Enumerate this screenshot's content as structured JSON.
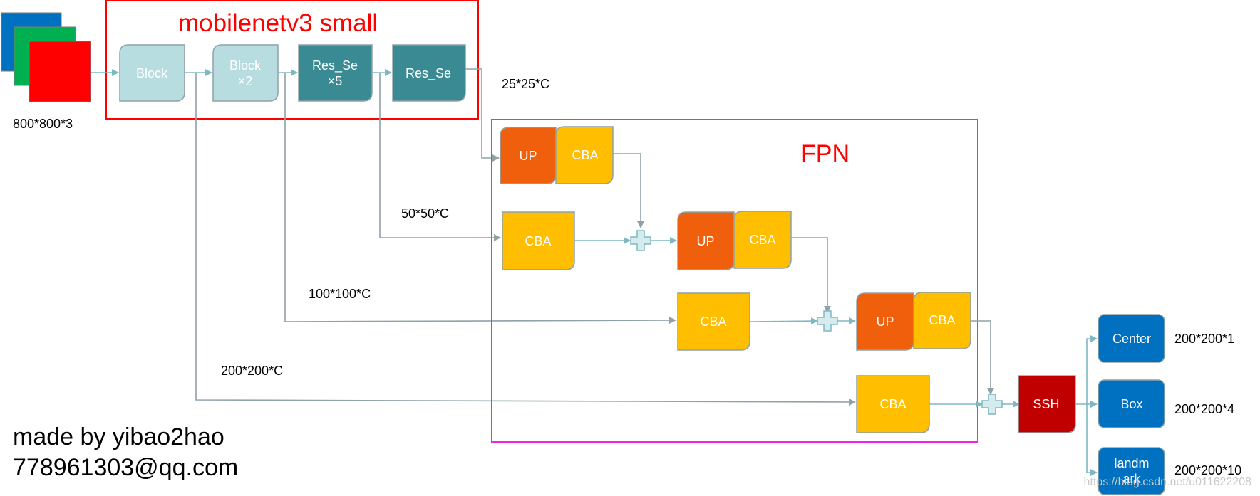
{
  "input_label": "800*800*3",
  "backbone": {
    "title": "mobilenetv3 small",
    "blocks": [
      {
        "line1": "Block",
        "line2": ""
      },
      {
        "line1": "Block",
        "line2": "×2"
      },
      {
        "line1": "Res_Se",
        "line2": "×5"
      },
      {
        "line1": "Res_Se",
        "line2": ""
      }
    ]
  },
  "fpn": {
    "title": "FPN",
    "up_label": "UP",
    "cba_label": "CBA"
  },
  "dims": {
    "d25": "25*25*C",
    "d50": "50*50*C",
    "d100": "100*100*C",
    "d200": "200*200*C"
  },
  "ssh_label": "SSH",
  "heads": [
    {
      "label_line1": "Center",
      "label_line2": "",
      "dim": "200*200*1"
    },
    {
      "label_line1": "Box",
      "label_line2": "",
      "dim": "200*200*4"
    },
    {
      "label_line1": "landm",
      "label_line2": "ark",
      "dim": "200*200*10"
    }
  ],
  "author": {
    "line1": "made by yibao2hao",
    "line2": "778961303@qq.com"
  },
  "watermark": "https://blog.csdn.net/u011622208",
  "colors": {
    "connector": "#7fb8c0",
    "connector_gray": "#8fa2a6",
    "block_light": "#b8dde0",
    "block_dark": "#3a8a93",
    "up_orange": "#f05f0c",
    "cba_yellow": "#ffbe00",
    "ssh_red": "#c00000",
    "head_blue": "#0070c0",
    "backbone_box": "#ff0000",
    "fpn_box": "#ee22ee",
    "plus_fill": "#d6ebee"
  }
}
